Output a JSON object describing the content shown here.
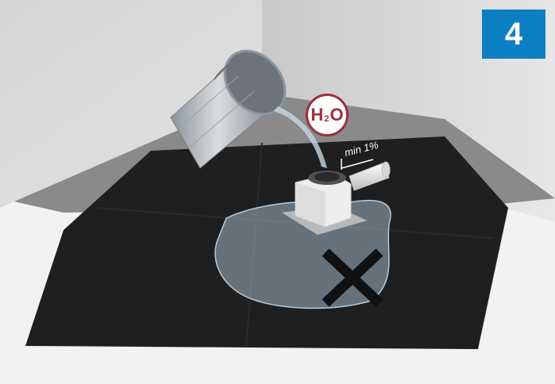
{
  "step": {
    "number": "4"
  },
  "formula": {
    "element": "H",
    "subscript": "2",
    "suffix": "O"
  },
  "slope": {
    "label": "min 1%"
  },
  "colors": {
    "step_badge": "#0d7fc4",
    "formula_ring": "#9c2f3c",
    "membrane": "#1f1f1f",
    "water": "#9fb6c9",
    "cross": "#111111"
  },
  "icons": {
    "prohibited": "cross-mark-icon",
    "bucket": "bucket-icon",
    "drain": "drain-icon"
  }
}
